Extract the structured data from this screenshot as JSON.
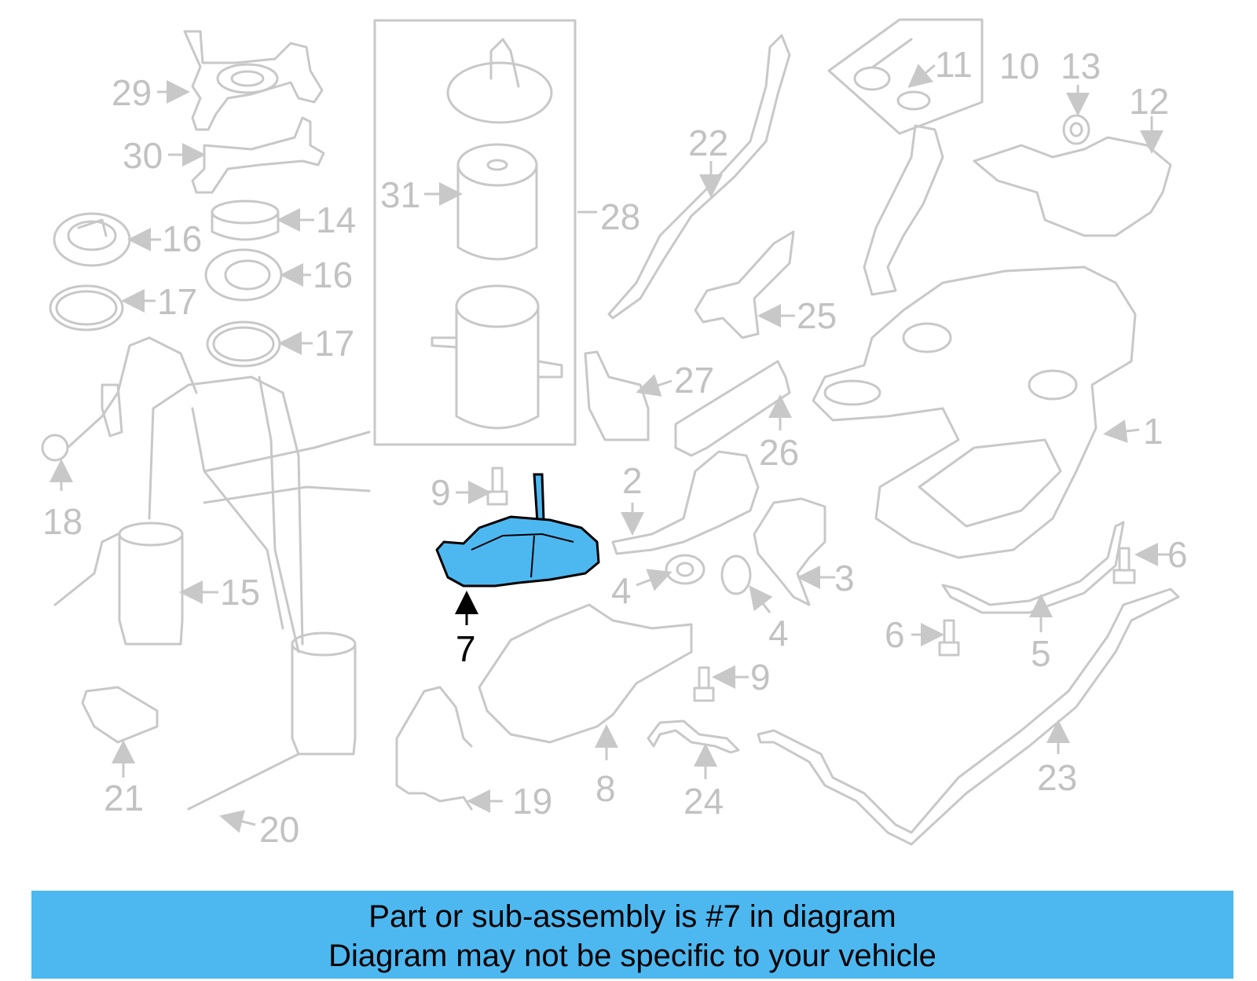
{
  "diagram": {
    "highlighted_part": "7",
    "highlight_color": "#4db8f0",
    "callouts": [
      {
        "id": "c1",
        "text": "1"
      },
      {
        "id": "c2",
        "text": "2"
      },
      {
        "id": "c3",
        "text": "3"
      },
      {
        "id": "c4a",
        "text": "4"
      },
      {
        "id": "c4b",
        "text": "4"
      },
      {
        "id": "c5",
        "text": "5"
      },
      {
        "id": "c6a",
        "text": "6"
      },
      {
        "id": "c6b",
        "text": "6"
      },
      {
        "id": "c7",
        "text": "7"
      },
      {
        "id": "c8",
        "text": "8"
      },
      {
        "id": "c9a",
        "text": "9"
      },
      {
        "id": "c9b",
        "text": "9"
      },
      {
        "id": "c10",
        "text": "10"
      },
      {
        "id": "c11",
        "text": "11"
      },
      {
        "id": "c12",
        "text": "12"
      },
      {
        "id": "c13",
        "text": "13"
      },
      {
        "id": "c14",
        "text": "14"
      },
      {
        "id": "c15",
        "text": "15"
      },
      {
        "id": "c16a",
        "text": "16"
      },
      {
        "id": "c16b",
        "text": "16"
      },
      {
        "id": "c17a",
        "text": "17"
      },
      {
        "id": "c17b",
        "text": "17"
      },
      {
        "id": "c18",
        "text": "18"
      },
      {
        "id": "c19",
        "text": "19"
      },
      {
        "id": "c20",
        "text": "20"
      },
      {
        "id": "c21",
        "text": "21"
      },
      {
        "id": "c22",
        "text": "22"
      },
      {
        "id": "c23",
        "text": "23"
      },
      {
        "id": "c24",
        "text": "24"
      },
      {
        "id": "c25",
        "text": "25"
      },
      {
        "id": "c26",
        "text": "26"
      },
      {
        "id": "c27",
        "text": "27"
      },
      {
        "id": "c28",
        "text": "28"
      },
      {
        "id": "c29",
        "text": "29"
      },
      {
        "id": "c30",
        "text": "30"
      },
      {
        "id": "c31",
        "text": "31"
      }
    ]
  },
  "banner": {
    "line1": "Part or sub-assembly is #7 in diagram",
    "line2": "Diagram may not be specific to your vehicle",
    "background": "#4db8f0"
  }
}
